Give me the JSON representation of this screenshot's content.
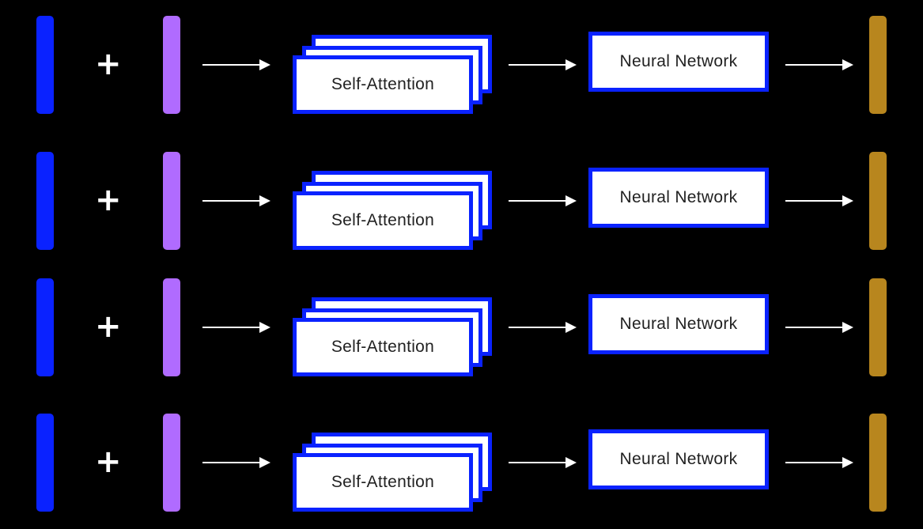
{
  "colors": {
    "background": "#000000",
    "embedding_vector": "#0a22ff",
    "positional_vector": "#b06bff",
    "output_vector": "#b8861e",
    "box_border": "#0a22ff",
    "box_fill": "#ffffff",
    "arrow": "#ffffff"
  },
  "rows": [
    {
      "plus": "+",
      "attention_label": "Self-Attention",
      "network_label": "Neural Network"
    },
    {
      "plus": "+",
      "attention_label": "Self-Attention",
      "network_label": "Neural Network"
    },
    {
      "plus": "+",
      "attention_label": "Self-Attention",
      "network_label": "Neural Network"
    },
    {
      "plus": "+",
      "attention_label": "Self-Attention",
      "network_label": "Neural Network"
    }
  ]
}
